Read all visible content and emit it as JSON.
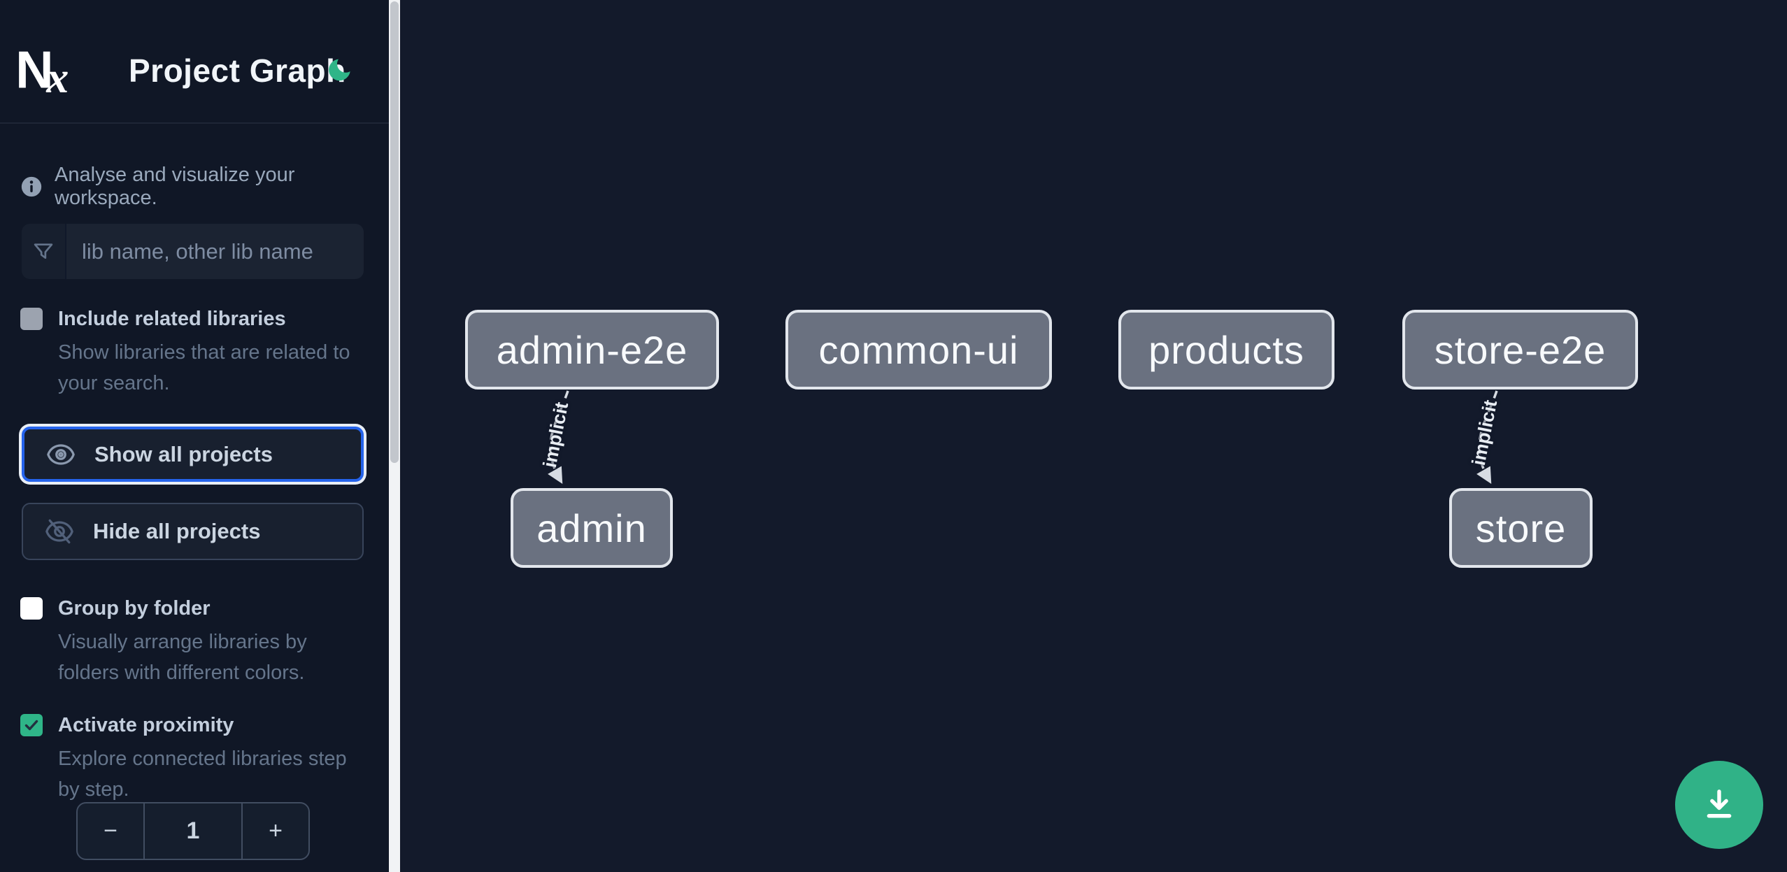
{
  "app": {
    "title": "Project Graph"
  },
  "sidebar": {
    "intro_text": "Analyse and visualize your workspace.",
    "search_placeholder": "lib name, other lib name",
    "include_related": {
      "label": "Include related libraries",
      "description": "Show libraries that are related to your search.",
      "checked": false
    },
    "show_all_label": "Show all projects",
    "hide_all_label": "Hide all projects",
    "group_by_folder": {
      "label": "Group by folder",
      "description": "Visually arrange libraries by folders with different colors.",
      "checked": false
    },
    "activate_proximity": {
      "label": "Activate proximity",
      "description": "Explore connected libraries step by step.",
      "checked": true
    },
    "proximity_stepper": {
      "decrement_label": "−",
      "value": "1",
      "increment_label": "+"
    }
  },
  "graph": {
    "nodes": [
      {
        "id": "admin-e2e",
        "label": "admin-e2e"
      },
      {
        "id": "common-ui",
        "label": "common-ui"
      },
      {
        "id": "products",
        "label": "products"
      },
      {
        "id": "store-e2e",
        "label": "store-e2e"
      },
      {
        "id": "admin",
        "label": "admin"
      },
      {
        "id": "store",
        "label": "store"
      }
    ],
    "edges": [
      {
        "source": "admin-e2e",
        "target": "admin",
        "label": "implicit",
        "style": "dashed"
      },
      {
        "source": "store-e2e",
        "target": "store",
        "label": "implicit",
        "style": "dashed"
      }
    ]
  },
  "fab": {
    "action": "download-graph-image"
  },
  "colors": {
    "accent_green": "#2fb588",
    "focus_blue": "#2563eb",
    "node_fill": "#6a7180",
    "sidebar_bg": "#101726",
    "canvas_bg": "#131a2b"
  }
}
